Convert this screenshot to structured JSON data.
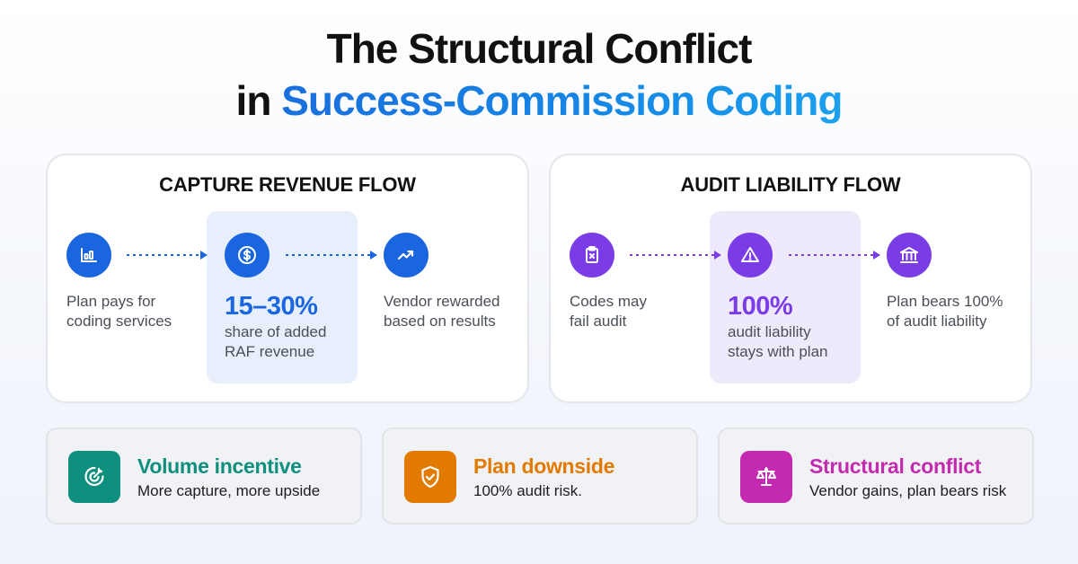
{
  "title": {
    "line1": "The Structural Conflict",
    "line2_prefix": "in ",
    "line2_accent": "Success-Commission Coding"
  },
  "capture_flow": {
    "title": "CAPTURE REVENUE FLOW",
    "step1": {
      "icon": "bar-chart-icon",
      "line1": "Plan pays for",
      "line2": "coding services"
    },
    "step2": {
      "icon": "dollar-icon",
      "stat": "15–30%",
      "line1": "share of added",
      "line2": "RAF revenue"
    },
    "step3": {
      "icon": "trending-up-icon",
      "line1": "Vendor rewarded",
      "line2": "based on results"
    },
    "color": "#1a66e0"
  },
  "audit_flow": {
    "title": "AUDIT LIABILITY FLOW",
    "step1": {
      "icon": "clipboard-x-icon",
      "line1": "Codes may",
      "line2": "fail audit"
    },
    "step2": {
      "icon": "warning-icon",
      "stat": "100%",
      "line1": "audit liability",
      "line2": "stays with plan"
    },
    "step3": {
      "icon": "bank-icon",
      "line1": "Plan bears 100%",
      "line2": "of audit liability"
    },
    "color": "#7a3ce6"
  },
  "cards": [
    {
      "icon": "target-icon",
      "title": "Volume incentive",
      "subtitle": "More capture, more upside",
      "color": "#0f8f7e"
    },
    {
      "icon": "shield-icon",
      "title": "Plan downside",
      "subtitle": "100% audit risk.",
      "color": "#e27a00"
    },
    {
      "icon": "scale-icon",
      "title": "Structural conflict",
      "subtitle": "Vendor gains, plan bears risk",
      "color": "#c42ab0"
    }
  ]
}
